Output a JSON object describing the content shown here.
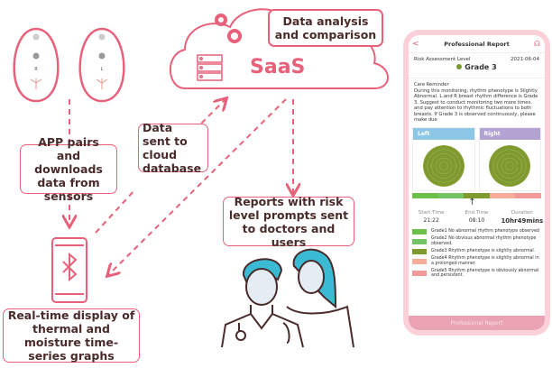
{
  "sensors": {
    "right_label": "R",
    "left_label": "L"
  },
  "cloud": {
    "label": "SaaS",
    "analysis_box": "Data analysis and comparison"
  },
  "boxes": {
    "app_pairs": "APP pairs and downloads data from sensors",
    "data_sent": "Data sent to cloud database",
    "reports": "Reports with risk level prompts sent to doctors and users",
    "realtime": "Real-time display of thermal and moisture time-series graphs"
  },
  "report": {
    "title": "Professional Report",
    "risk_label": "Risk Assessment Level",
    "date": "2021-06-04",
    "grade": "Grade 3",
    "care_title": "Care Reminder",
    "care_text": "During this monitoring, rhythm phenotype is Slightly Abnormal. L and R breast rhythm difference is Grade 3. Suggest to conduct monitoring two more times, and pay attention to rhythmic fluctuations to both breasts. If Grade 3 is observed continuously, please make due",
    "left": "Left",
    "right": "Right",
    "start_label": "Start Time",
    "start": "21:22",
    "end_label": "End Time",
    "end": "08:10",
    "duration_label": "Duration",
    "duration": "10hr49mins",
    "legend": [
      {
        "color": "#6cc04a",
        "text": "Grade1 No abnormal rhythm phenotype observed"
      },
      {
        "color": "#74c466",
        "text": "Grade2 No obvious abnormal rhythm phenotype observed."
      },
      {
        "color": "#7f9a2f",
        "text": "Grade3 Rhythm phenotype is slightly abnormal."
      },
      {
        "color": "#f6ac98",
        "text": "Grade4 Rhythm phenotype is slightly abnormal in a prolonged manner."
      },
      {
        "color": "#f29a9a",
        "text": "Grade5 Rhythm phenotype is obviously abnormal and persistent."
      }
    ],
    "footer_button": "Professional Report"
  },
  "colors": {
    "accent": "#e8607a",
    "teal": "#3bbbd3",
    "left_header": "#8cc8e6",
    "right_header": "#b3a3d3"
  }
}
